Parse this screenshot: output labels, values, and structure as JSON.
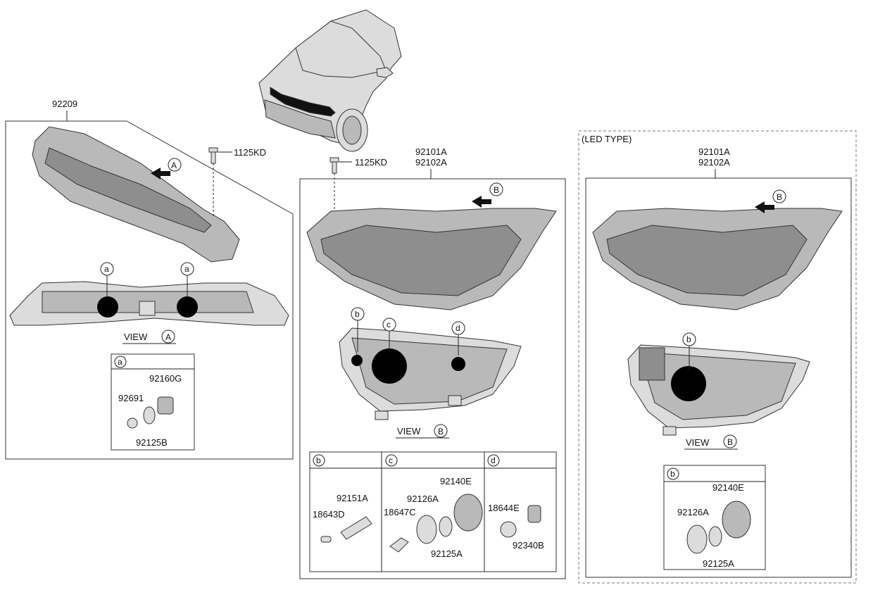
{
  "group_left": {
    "part_number": "92209",
    "bolt_label": "1125KD",
    "view_marker": "A",
    "socket_callouts": [
      "a",
      "a"
    ],
    "view_label": "VIEW",
    "view_letter": "A",
    "detail": {
      "header": "a",
      "parts": [
        "92160G",
        "92691",
        "92125B"
      ]
    }
  },
  "group_mid": {
    "part_numbers": [
      "92101A",
      "92102A"
    ],
    "bolt_label": "1125KD",
    "view_marker": "B",
    "socket_callouts": [
      "b",
      "c",
      "d"
    ],
    "view_label": "VIEW",
    "view_letter": "B",
    "details": [
      {
        "header": "b",
        "parts": [
          "92151A",
          "18643D"
        ]
      },
      {
        "header": "c",
        "parts": [
          "92140E",
          "92126A",
          "18647C",
          "92125A"
        ]
      },
      {
        "header": "d",
        "parts": [
          "18644E",
          "92340B"
        ]
      }
    ]
  },
  "group_right": {
    "title": "(LED TYPE)",
    "part_numbers": [
      "92101A",
      "92102A"
    ],
    "view_marker": "B",
    "socket_callouts": [
      "b"
    ],
    "view_label": "VIEW",
    "view_letter": "B",
    "detail": {
      "header": "b",
      "parts": [
        "92140E",
        "92126A",
        "92125A"
      ]
    }
  }
}
